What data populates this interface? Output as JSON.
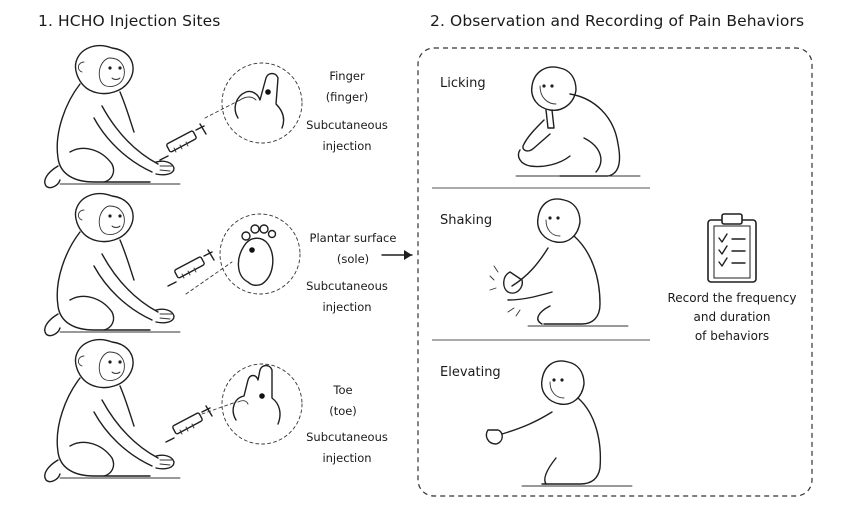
{
  "left_panel": {
    "title": "1.  HCHO Injection Sites",
    "sites": [
      {
        "name": "Finger",
        "sub": "(finger)",
        "injection": [
          "Subcutaneous",
          "injection"
        ]
      },
      {
        "name": "Plantar surface",
        "sub": "(sole)",
        "injection": [
          "Subcutaneous",
          "injection"
        ]
      },
      {
        "name": "Toe",
        "sub": "(toe)",
        "injection": [
          "Subcutaneous",
          "injection"
        ]
      }
    ]
  },
  "right_panel": {
    "title": "2.  Observation and Recording of Pain Behaviors",
    "behaviors": [
      "Licking",
      "Shaking",
      "Elevating"
    ],
    "record": [
      "Record the frequency",
      "and duration",
      "of behaviors"
    ]
  }
}
